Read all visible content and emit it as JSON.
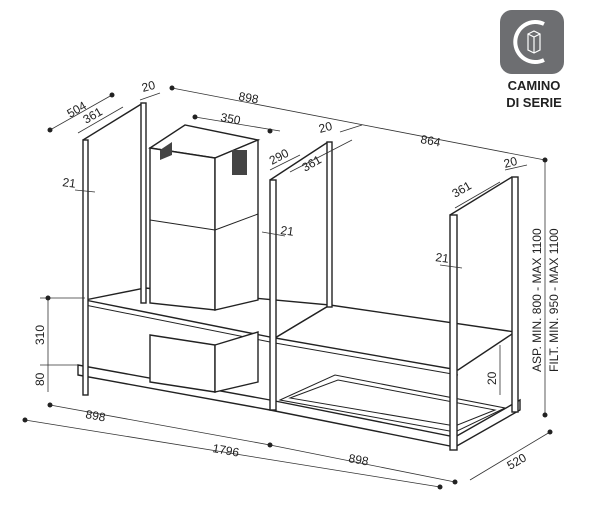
{
  "badge": {
    "line1": "CAMINO",
    "line2": "DI SERIE"
  },
  "dimensions": {
    "d504": "504",
    "d361_left": "361",
    "d20_left": "20",
    "d898_top": "898",
    "d350": "350",
    "d290": "290",
    "d21_left": "21",
    "d21_mid": "21",
    "d20_mid": "20",
    "d361_mid": "361",
    "d864": "864",
    "d20_right": "20",
    "d361_right": "361",
    "d21_right": "21",
    "d20_shelf": "20",
    "d310": "310",
    "d80": "80",
    "d898_bottom_left": "898",
    "d1796": "1796",
    "d898_bottom_right": "898",
    "d520": "520",
    "asp": "ASP. MIN. 800 - MAX 1100",
    "filt": "FILT. MIN. 950 - MAX 1100"
  }
}
